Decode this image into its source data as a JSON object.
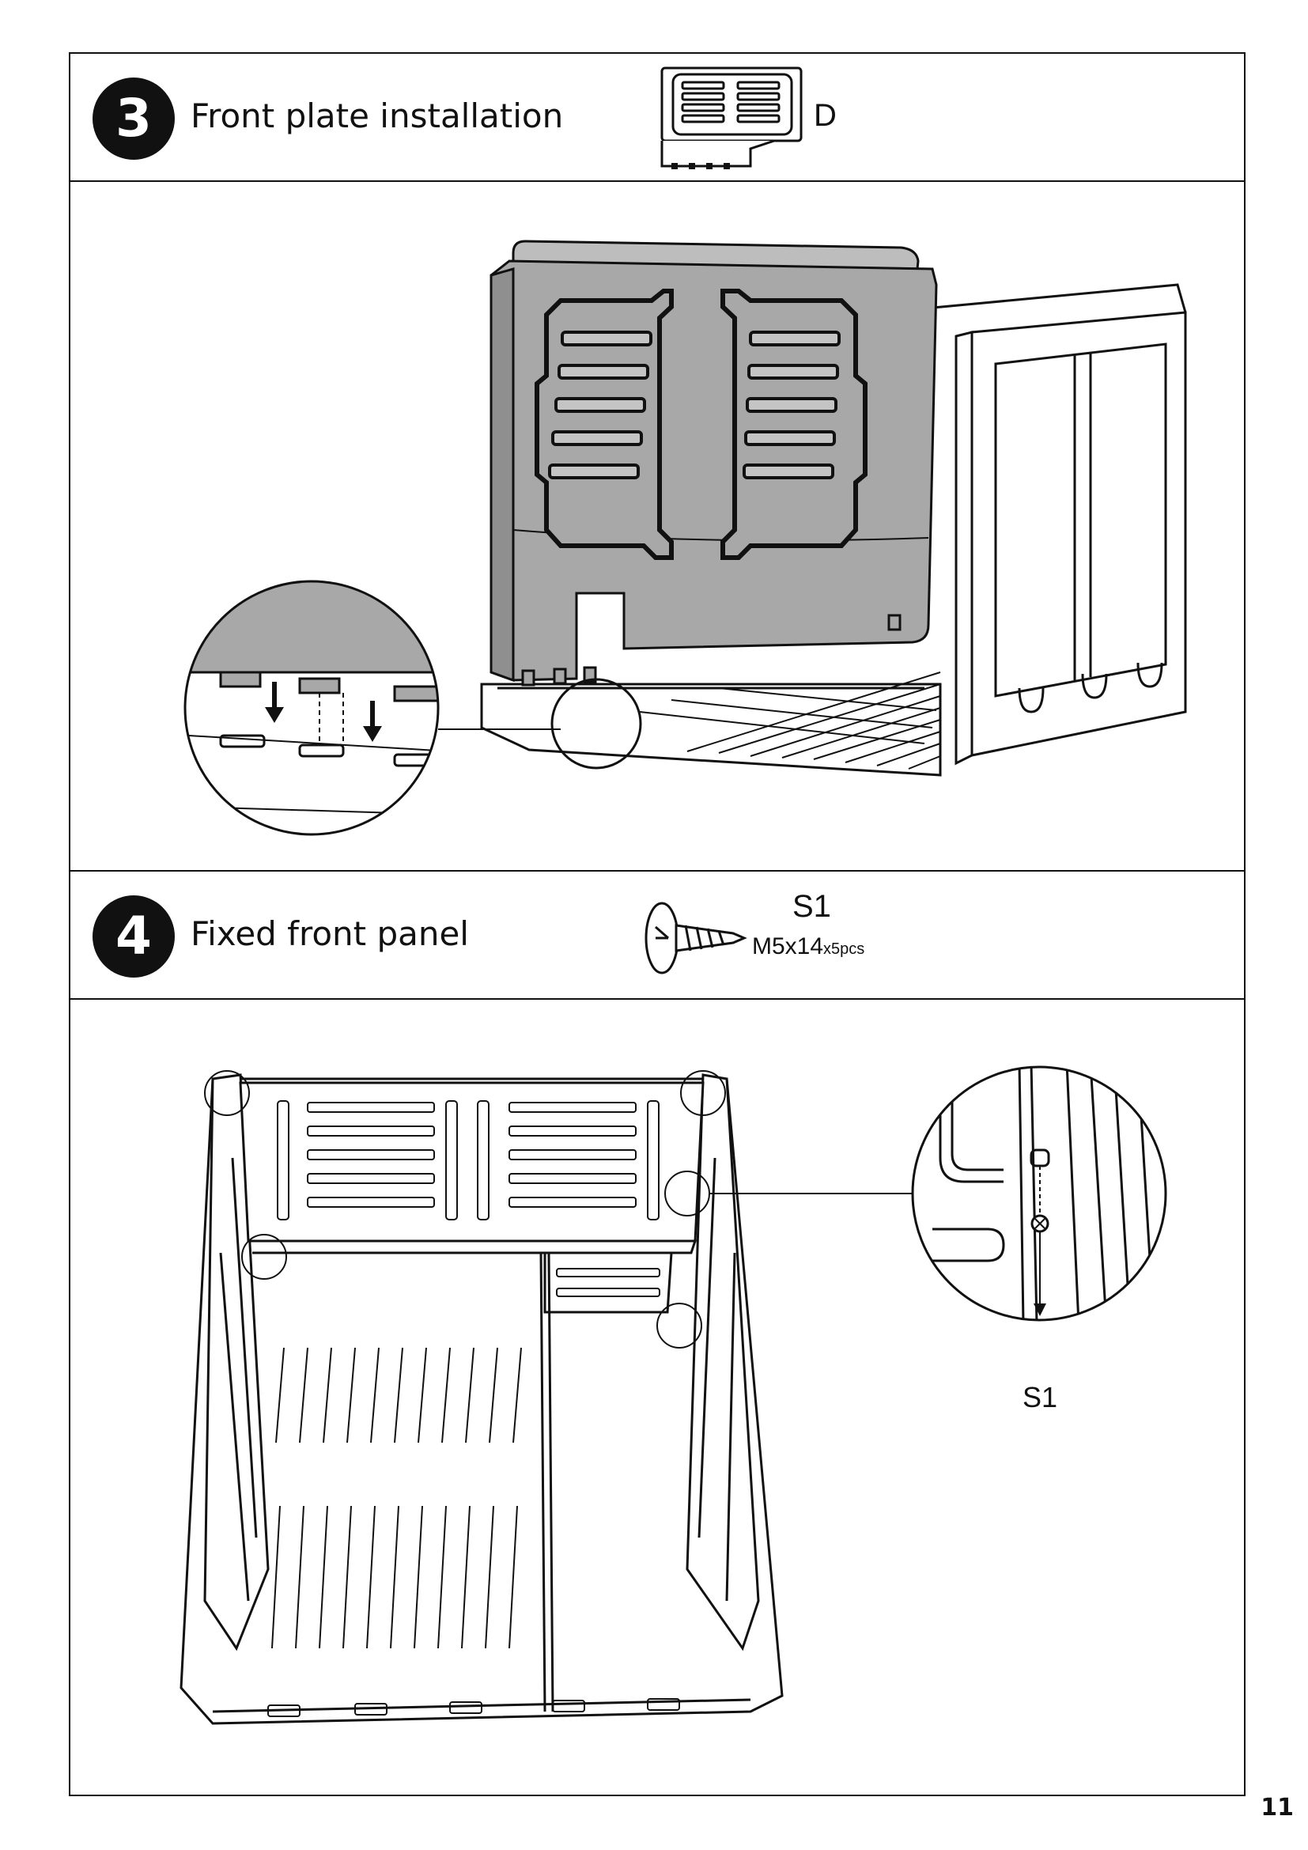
{
  "steps": [
    {
      "number": "3",
      "title": "Front plate installation",
      "part": {
        "label": "D",
        "icon": "front-plate-part-icon"
      }
    },
    {
      "number": "4",
      "title": "Fixed front panel",
      "part": {
        "label": "S1",
        "spec": "M5x14",
        "quantity": "x5pcs",
        "icon": "screw-icon"
      },
      "callout_label": "S1"
    }
  ],
  "page_number": "11",
  "colors": {
    "line": "#111111",
    "panel_fill": "#a8a8a8",
    "background": "#ffffff"
  }
}
